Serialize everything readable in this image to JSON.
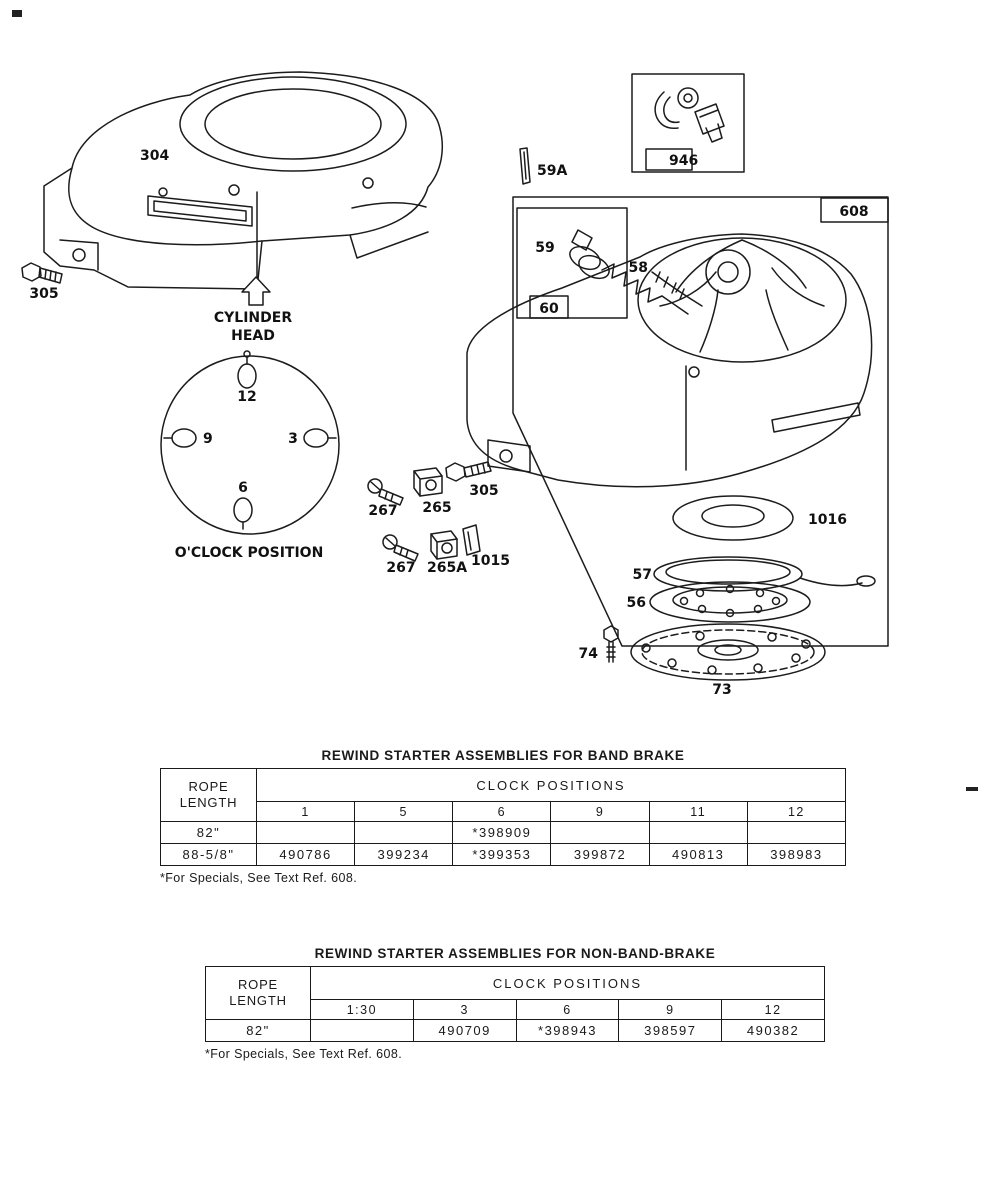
{
  "diagram": {
    "parts": {
      "p304": "304",
      "p305_left": "305",
      "cylinder_line1": "CYLINDER",
      "cylinder_line2": "HEAD",
      "clock12": "12",
      "clock9": "9",
      "clock3": "3",
      "clock6": "6",
      "oclock_caption": "O'CLOCK POSITION",
      "p59a": "59A",
      "p946": "946",
      "p608": "608",
      "p59": "59",
      "p60": "60",
      "p58": "58",
      "p305_right": "305",
      "p267_a": "267",
      "p265": "265",
      "p267_b": "267",
      "p265a": "265A",
      "p1015": "1015",
      "p1016": "1016",
      "p57": "57",
      "p56": "56",
      "p74": "74",
      "p73": "73"
    }
  },
  "band_brake_table": {
    "title": "REWIND STARTER ASSEMBLIES FOR BAND BRAKE",
    "rope_header": "ROPE\nLENGTH",
    "clock_header": "CLOCK POSITIONS",
    "columns": [
      "1",
      "5",
      "6",
      "9",
      "11",
      "12"
    ],
    "rows": [
      {
        "rope": "82\"",
        "values": [
          "",
          "",
          "*398909",
          "",
          "",
          ""
        ]
      },
      {
        "rope": "88-5/8\"",
        "values": [
          "490786",
          "399234",
          "*399353",
          "399872",
          "490813",
          "398983"
        ]
      }
    ],
    "footnote": "*For Specials, See Text Ref. 608."
  },
  "non_band_brake_table": {
    "title": "REWIND STARTER ASSEMBLIES FOR NON-BAND-BRAKE",
    "rope_header": "ROPE\nLENGTH",
    "clock_header": "CLOCK POSITIONS",
    "columns": [
      "1:30",
      "3",
      "6",
      "9",
      "12"
    ],
    "rows": [
      {
        "rope": "82\"",
        "values": [
          "",
          "490709",
          "*398943",
          "398597",
          "490382"
        ]
      }
    ],
    "footnote": "*For Specials, See Text Ref. 608."
  }
}
